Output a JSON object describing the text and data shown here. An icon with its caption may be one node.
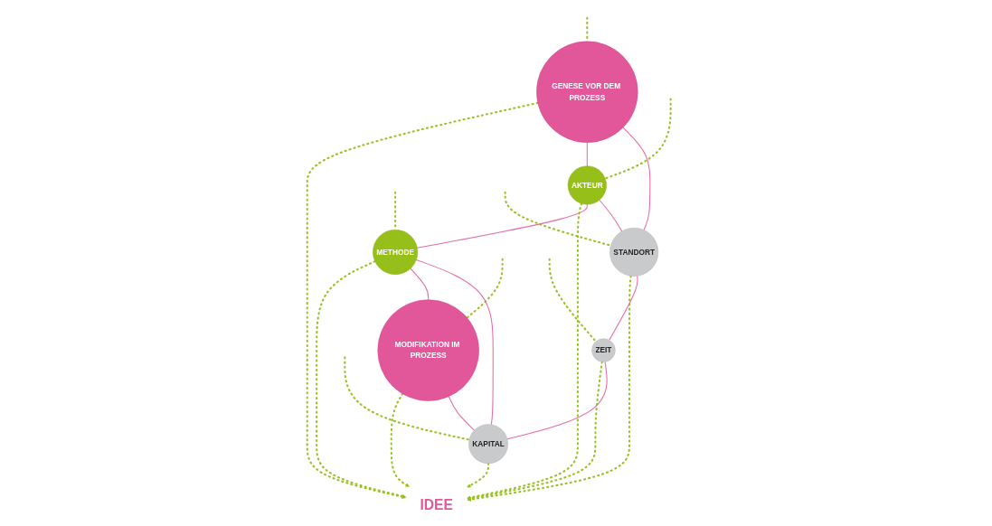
{
  "diagram": {
    "nodes": [
      {
        "text": [
          "AKTEUR"
        ]
      },
      {
        "text": [
          "METHODE"
        ]
      },
      {
        "text": [
          "GENESE VOR DEM PROZESS"
        ]
      },
      {
        "text": [
          "IDEE"
        ]
      },
      {
        "text": [
          "MODIFIKATION IM PROZESS"
        ]
      },
      {
        "text": [
          "STANDORT"
        ]
      },
      {
        "text": [
          "KAPITAL"
        ]
      },
      {
        "text": [
          "ZEIT"
        ]
      }
    ],
    "edges": [
      {
        "from": 0,
        "to": 3,
        "arrow": "to",
        "style": "dashed"
      },
      {
        "from": 1,
        "to": 3,
        "arrow": "to",
        "style": "dashed"
      },
      {
        "from": 2,
        "to": 3,
        "arrow": "to",
        "style": "dashed"
      },
      {
        "from": 4,
        "to": 3,
        "arrow": "to",
        "style": "dashed"
      },
      {
        "from": 5,
        "to": 3,
        "arrow": "to",
        "style": "dashed"
      },
      {
        "from": 6,
        "to": 3,
        "arrow": "to",
        "style": "dashed"
      },
      {
        "from": 7,
        "to": 3,
        "arrow": "to",
        "style": "dashed"
      },
      {
        "from": null,
        "to": 0,
        "arrow": "none",
        "style": "dashed"
      },
      {
        "from": null,
        "to": 1,
        "arrow": "none",
        "style": "dashed"
      },
      {
        "from": null,
        "to": 2,
        "arrow": "none",
        "style": "dashed"
      },
      {
        "from": null,
        "to": 4,
        "arrow": "none",
        "style": "dashed"
      },
      {
        "from": null,
        "to": 5,
        "arrow": "none",
        "style": "dashed"
      },
      {
        "from": null,
        "to": 6,
        "arrow": "none",
        "style": "dashed"
      },
      {
        "from": null,
        "to": 7,
        "arrow": "none",
        "style": "dashed"
      },
      {
        "from": 2,
        "to": 0,
        "arrow": "none",
        "color": "#e46aa4"
      },
      {
        "from": 0,
        "to": 1,
        "arrow": "none",
        "color": "#e46aa4"
      },
      {
        "from": 1,
        "to": 4,
        "arrow": "none",
        "color": "#e46aa4"
      },
      {
        "from": 0,
        "to": 5,
        "arrow": "none",
        "color": "#e46aa4"
      },
      {
        "from": 1,
        "to": 6,
        "arrow": "none",
        "color": "#e46aa4"
      },
      {
        "from": 2,
        "to": 5,
        "arrow": "none",
        "color": "#e46aa4"
      },
      {
        "from": 4,
        "to": 6,
        "arrow": "none",
        "color": "#e46aa4"
      },
      {
        "from": 5,
        "to": 7,
        "arrow": "none",
        "color": "#e46aa4"
      },
      {
        "from": 7,
        "to": 6,
        "arrow": "none",
        "color": "#e46aa4"
      }
    ]
  }
}
